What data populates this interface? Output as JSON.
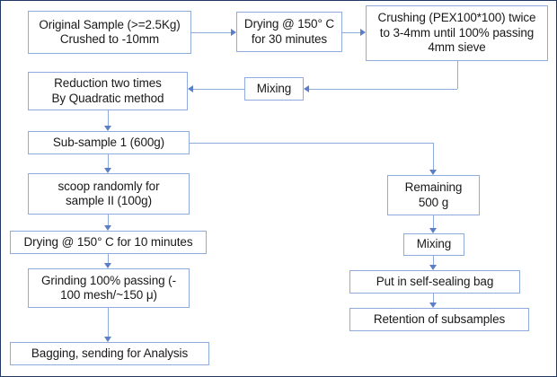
{
  "diagram": {
    "title": "Sample preparation flowchart",
    "border_color": "#1f3864",
    "box_border_color": "#8faadc",
    "arrow_color": "#5b7fc7",
    "background": "#ffffff"
  },
  "nodes": {
    "original_sample": "Original Sample (>=2.5Kg)\nCrushed to -10mm",
    "drying_30": "Drying @ 150° C\nfor 30 minutes",
    "crushing": "Crushing  (PEX100*100) twice\nto 3-4mm until 100% passing\n4mm sieve",
    "reduction": "Reduction two times\nBy Quadratic method",
    "mixing_top": "Mixing",
    "sub_sample_1": "Sub-sample 1 (600g)",
    "scoop": "scoop randomly for\nsample II (100g)",
    "drying_10": "Drying @ 150° C for 10 minutes",
    "grinding": "Grinding 100% passing (-\n100 mesh/~150 μ)",
    "bagging": "Bagging, sending for Analysis",
    "remaining": "Remaining\n500 g",
    "mixing_right": "Mixing",
    "self_sealing": "Put in self-sealing bag",
    "retention": "Retention of subsamples"
  },
  "connectors": [
    {
      "name": "original-to-drying30",
      "type": "right-arrow"
    },
    {
      "name": "drying30-to-crushing",
      "type": "right-arrow"
    },
    {
      "name": "crushing-to-mixing-top",
      "type": "down-then-left-arrow"
    },
    {
      "name": "mixing-top-to-reduction",
      "type": "left-arrow"
    },
    {
      "name": "reduction-to-subsample1",
      "type": "down-arrow"
    },
    {
      "name": "subsample1-to-scoop",
      "type": "down-arrow"
    },
    {
      "name": "subsample1-to-remaining",
      "type": "right-then-down-arrow"
    },
    {
      "name": "scoop-to-drying10",
      "type": "down-arrow"
    },
    {
      "name": "drying10-to-grinding",
      "type": "down-arrow"
    },
    {
      "name": "grinding-to-bagging",
      "type": "down-arrow"
    },
    {
      "name": "remaining-to-mixing-right",
      "type": "down-arrow"
    },
    {
      "name": "mixing-right-to-self-sealing",
      "type": "down-arrow"
    },
    {
      "name": "self-sealing-to-retention",
      "type": "down-arrow"
    }
  ]
}
